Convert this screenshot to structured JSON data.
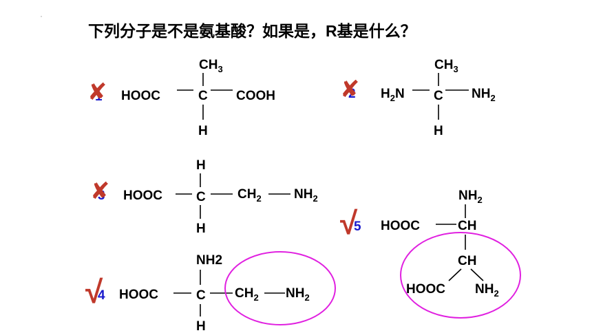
{
  "question": "下列分子是不是氨基酸？如果是，R基是什么？",
  "colors": {
    "mark": "#c0392b",
    "number": "#1a1acc",
    "circle": "#e020e0"
  },
  "marks": {
    "cross": "✘",
    "check": "√"
  },
  "mol1": {
    "number": "1",
    "verdict": "cross",
    "left": "HOOC",
    "center": "C",
    "right": "COOH",
    "top_pre": "CH",
    "top_sub": "3",
    "bottom": "H"
  },
  "mol2": {
    "number": "2",
    "verdict": "cross",
    "left_pre": "H",
    "left_sub": "2",
    "left_post": "N",
    "center": "C",
    "right_pre": "NH",
    "right_sub": "2",
    "top_pre": "CH",
    "top_sub": "3",
    "bottom": "H"
  },
  "mol3": {
    "number": "3",
    "verdict": "cross",
    "left": "HOOC",
    "center": "C",
    "mid_pre": "CH",
    "mid_sub": "2",
    "right_pre": "NH",
    "right_sub": "2",
    "top": "H",
    "bottom": "H"
  },
  "mol4": {
    "number": "4",
    "verdict": "check",
    "left": "HOOC",
    "center": "C",
    "top": "NH2",
    "mid_pre": "CH",
    "mid_sub": "2",
    "right_pre": "NH",
    "right_sub": "2",
    "bottom": "H"
  },
  "mol5": {
    "number": "5",
    "verdict": "check",
    "top_pre": "NH",
    "top_sub": "2",
    "left": "HOOC",
    "center": "CH",
    "branch": "CH",
    "branch_left": "HOOC",
    "branch_right_pre": "NH",
    "branch_right_sub": "2"
  }
}
